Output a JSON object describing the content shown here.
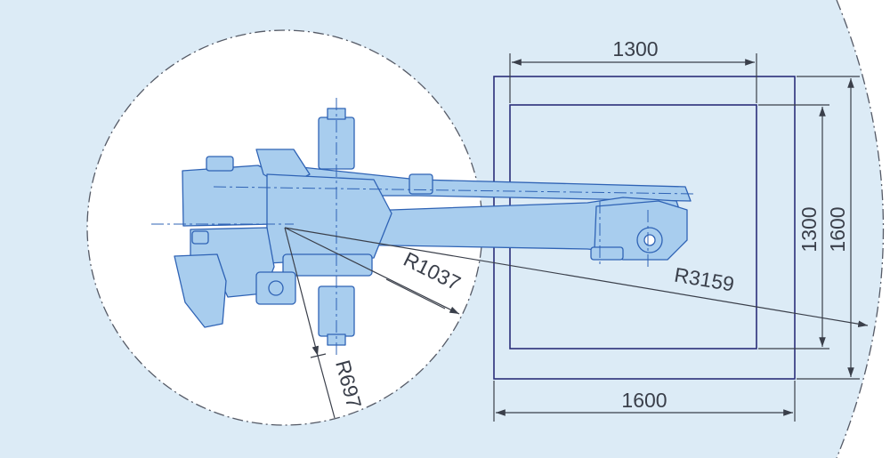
{
  "drawing": {
    "colors": {
      "workspace": "#dcebf6",
      "robot_fill": "#a8cdee",
      "robot_stroke": "#2f63b5",
      "frame": "#2a2e7a",
      "dim_line": "#3a3f4a",
      "boundary": "#555a66"
    },
    "labels": {
      "width_outer": "1600",
      "width_inner": "1300",
      "height_outer": "1600",
      "height_inner": "1300",
      "radius_reach": "R3159",
      "radius_swing": "R1037",
      "radius_base": "R697"
    }
  }
}
